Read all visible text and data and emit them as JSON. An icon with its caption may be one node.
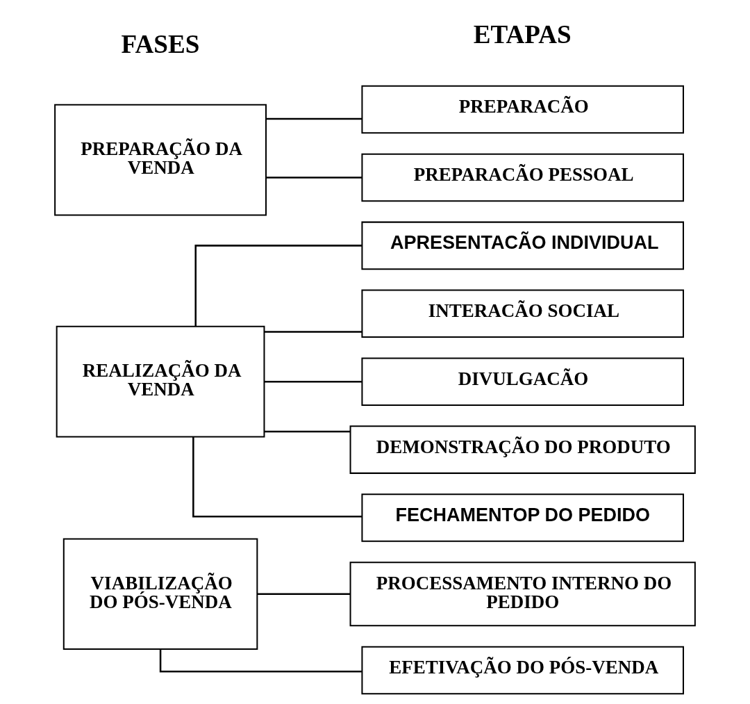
{
  "diagram": {
    "nodes": [
      {
        "text": [
          "PREPARAÇÃO DA VENDA"
        ]
      },
      {
        "text": [
          "PREPARACÃO"
        ]
      },
      {
        "text": [
          "PREPARACÃO PESSOAL"
        ]
      },
      {
        "text": [
          "REALIZAÇÃO DA VENDA"
        ]
      },
      {
        "text": [
          "APRESENTACÃO INDIVIDUAL"
        ]
      },
      {
        "text": [
          "INTERACÃO SOCIAL"
        ]
      },
      {
        "text": [
          "DIVULGACÃO"
        ]
      },
      {
        "text": [
          "DEMONSTRAÇÃO DO PRODUTO"
        ]
      },
      {
        "text": [
          "FECHAMENTOP DO PEDIDO"
        ]
      },
      {
        "text": [
          "VIABILIZAÇÃO DO PÓS-VENDA"
        ]
      },
      {
        "text": [
          "PROCESSAMENTO INTERNO DO PEDIDO"
        ]
      },
      {
        "text": [
          "EFETIVAÇÃO DO PÓS-VENDA"
        ]
      }
    ],
    "edges": [
      {
        "from": 0,
        "to": 1,
        "arrow": "none"
      },
      {
        "from": 0,
        "to": 2,
        "arrow": "none"
      },
      {
        "from": 3,
        "to": 4,
        "arrow": "none"
      },
      {
        "from": 3,
        "to": 5,
        "arrow": "none"
      },
      {
        "from": 3,
        "to": 6,
        "arrow": "none"
      },
      {
        "from": 3,
        "to": 7,
        "arrow": "none"
      },
      {
        "from": 3,
        "to": 8,
        "arrow": "none"
      },
      {
        "from": 9,
        "to": 10,
        "arrow": "none"
      },
      {
        "from": 9,
        "to": 11,
        "arrow": "none"
      }
    ],
    "labels": [
      "FASES",
      "ETAPAS"
    ]
  }
}
